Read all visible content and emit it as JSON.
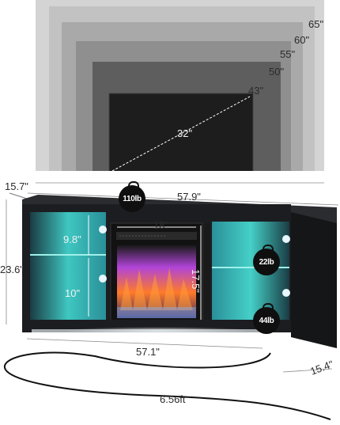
{
  "tv_sizes": {
    "s65": "65\"",
    "s60": "60\"",
    "s55": "55\"",
    "s50": "50\"",
    "s43": "43\"",
    "s32": "32\""
  },
  "dimensions": {
    "depth_top": "15.7\"",
    "width_top": "57.9\"",
    "height_left": "23.6\"",
    "fireplace_width": "18\"",
    "fireplace_height": "17.5\"",
    "shelf_upper": "9.8\"",
    "shelf_lower": "10\"",
    "width_bottom": "57.1\"",
    "depth_bottom": "15.4\"",
    "cord_length": "6.56ft"
  },
  "weights": {
    "top": "110lb",
    "shelf": "22lb",
    "bottom": "44lb"
  },
  "colors": {
    "cabinet": "#1c1d20",
    "led_glow": "#3ec8c0",
    "flame_purple": "#b044d8",
    "flame_orange": "#ff7a28"
  }
}
